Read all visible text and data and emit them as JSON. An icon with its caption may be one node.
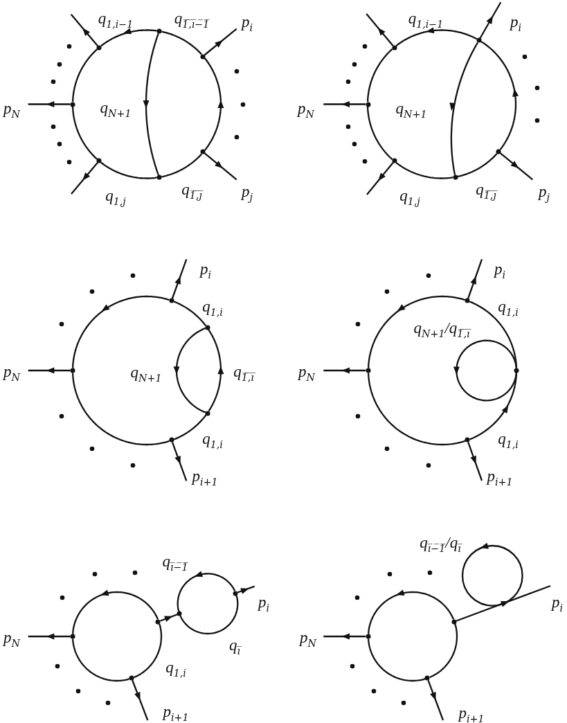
{
  "diagram": {
    "nodes": [
      {
        "text": [],
        "shape": "dot"
      },
      {
        "text": [],
        "shape": "dot"
      },
      {
        "text": [],
        "shape": "dot"
      },
      {
        "text": [],
        "shape": "dot"
      },
      {
        "text": [],
        "shape": "dot"
      },
      {
        "text": [],
        "shape": "dot"
      },
      {
        "text": [],
        "shape": "dot"
      },
      {
        "text": [],
        "shape": "dot"
      },
      {
        "text": [],
        "shape": "dot"
      },
      {
        "text": [],
        "shape": "dot"
      },
      {
        "text": [],
        "shape": "dot"
      },
      {
        "text": [],
        "shape": "dot"
      },
      {
        "text": [],
        "shape": "dot"
      },
      {
        "text": [],
        "shape": "dot"
      },
      {
        "text": [],
        "shape": "dot"
      },
      {
        "text": [],
        "shape": "dot"
      },
      {
        "text": [],
        "shape": "dot"
      },
      {
        "text": [],
        "shape": "dot"
      },
      {
        "text": [],
        "shape": "dot"
      },
      {
        "text": [],
        "shape": "dot"
      },
      {
        "text": [],
        "shape": "dot"
      },
      {
        "text": [],
        "shape": "dot"
      },
      {
        "text": [],
        "shape": "dot"
      },
      {
        "text": [],
        "shape": "dot"
      },
      {
        "text": [],
        "shape": "dot"
      },
      {
        "text": [],
        "shape": "dot"
      },
      {
        "text": [],
        "shape": "dot"
      },
      {
        "text": [],
        "shape": "circle"
      },
      {
        "text": [],
        "shape": "dot"
      },
      {
        "text": [],
        "shape": "dot"
      },
      {
        "text": [],
        "shape": "dot"
      }
    ],
    "edges": [
      {
        "from": 1,
        "to": null,
        "arrow": "to"
      },
      {
        "from": 2,
        "to": null,
        "arrow": "to",
        "label": "p$_{i}$"
      },
      {
        "from": 3,
        "to": null,
        "arrow": "to",
        "label": "p$_{N}$"
      },
      {
        "from": 5,
        "to": null,
        "arrow": "to"
      },
      {
        "from": 4,
        "to": null,
        "arrow": "to",
        "label": "p$_{j}$"
      },
      {
        "from": 0,
        "to": 1,
        "arrow": "to"
      },
      {
        "from": 1,
        "to": 3,
        "arrow": "none"
      },
      {
        "from": 3,
        "to": 5,
        "arrow": "none"
      },
      {
        "from": 5,
        "to": 6,
        "arrow": "none"
      },
      {
        "from": 6,
        "to": 4,
        "arrow": "none"
      },
      {
        "from": 4,
        "to": 2,
        "arrow": "to"
      },
      {
        "from": 2,
        "to": 0,
        "arrow": "none"
      },
      {
        "from": 0,
        "to": 6,
        "arrow": "to"
      },
      {
        "from": 8,
        "to": null,
        "arrow": "to"
      },
      {
        "from": 7,
        "to": null,
        "arrow": "to",
        "label": "p$_{i}$"
      },
      {
        "from": 9,
        "to": null,
        "arrow": "to",
        "label": "p$_{N}$"
      },
      {
        "from": 11,
        "to": null,
        "arrow": "to"
      },
      {
        "from": 10,
        "to": null,
        "arrow": "to",
        "label": "p$_{j}$"
      },
      {
        "from": 7,
        "to": 8,
        "arrow": "to"
      },
      {
        "from": 8,
        "to": 9,
        "arrow": "none"
      },
      {
        "from": 9,
        "to": 11,
        "arrow": "none"
      },
      {
        "from": 11,
        "to": 12,
        "arrow": "none"
      },
      {
        "from": 12,
        "to": 10,
        "arrow": "none"
      },
      {
        "from": 10,
        "to": 7,
        "arrow": "to"
      },
      {
        "from": 7,
        "to": 12,
        "arrow": "to"
      },
      {
        "from": 13,
        "to": null,
        "arrow": "to",
        "label": "p$_{i}$"
      },
      {
        "from": 15,
        "to": null,
        "arrow": "to",
        "label": "p$_{N}$"
      },
      {
        "from": 17,
        "to": null,
        "arrow": "to",
        "label": "p$_{i+1}$"
      },
      {
        "from": 13,
        "to": 15,
        "arrow": "to"
      },
      {
        "from": 15,
        "to": 17,
        "arrow": "none"
      },
      {
        "from": 17,
        "to": 16,
        "arrow": "none"
      },
      {
        "from": 16,
        "to": 14,
        "arrow": "to"
      },
      {
        "from": 14,
        "to": 13,
        "arrow": "none"
      },
      {
        "from": 14,
        "to": 16,
        "arrow": "to"
      },
      {
        "from": 18,
        "to": null,
        "arrow": "to",
        "label": "p$_{i}$"
      },
      {
        "from": 19,
        "to": null,
        "arrow": "to",
        "label": "p$_{N}$"
      },
      {
        "from": 21,
        "to": null,
        "arrow": "to",
        "label": "p$_{i+1}$"
      },
      {
        "from": 18,
        "to": 19,
        "arrow": "to"
      },
      {
        "from": 19,
        "to": 21,
        "arrow": "none"
      },
      {
        "from": 21,
        "to": 20,
        "arrow": "to"
      },
      {
        "from": 20,
        "to": 18,
        "arrow": "none"
      },
      {
        "from": 20,
        "to": 20,
        "arrow": "to"
      },
      {
        "from": 22,
        "to": null,
        "arrow": "to",
        "label": "p$_{i}$"
      },
      {
        "from": 25,
        "to": null,
        "arrow": "to",
        "label": "p$_{N}$"
      },
      {
        "from": 26,
        "to": null,
        "arrow": "to",
        "label": "p$_{i+1}$"
      },
      {
        "from": 24,
        "to": 25,
        "arrow": "to"
      },
      {
        "from": 25,
        "to": 26,
        "arrow": "none"
      },
      {
        "from": 26,
        "to": 24,
        "arrow": "none"
      },
      {
        "from": 24,
        "to": 23,
        "arrow": "to"
      },
      {
        "from": 22,
        "to": 23,
        "arrow": "to"
      },
      {
        "from": 23,
        "to": 22,
        "arrow": "none"
      },
      {
        "from": 28,
        "to": null,
        "arrow": "to",
        "label": "p$_{i}$"
      },
      {
        "from": 29,
        "to": null,
        "arrow": "to",
        "label": "p$_{N}$"
      },
      {
        "from": 30,
        "to": null,
        "arrow": "to",
        "label": "p$_{i+1}$"
      },
      {
        "from": 28,
        "to": 29,
        "arrow": "to"
      },
      {
        "from": 29,
        "to": 30,
        "arrow": "none"
      },
      {
        "from": 30,
        "to": 28,
        "arrow": "none"
      }
    ],
    "labels": [
      "q$_{1,i−1}$",
      "q$_{1̅,̅i̅−̅1̅}$",
      "q$_{N+1}$",
      "q$_{1,j}$",
      "q$_{1̅,̅j̅}$",
      "q$_{1,i−1}$",
      "q$_{N+1}$",
      "q$_{1,j}$",
      "q$_{1̅,̅j̅}$",
      "q$_{1,i}$",
      "q$_{N+1}$",
      "q$_{1̅,̅i̅}$",
      "q$_{1,i}$",
      "q$_{1,i}$",
      "q$_{N+1}$/q$_{1̅,̅i̅}$",
      "q$_{1,i}$",
      "q$_{i̅−̅1̅}$",
      "q$_{i̅}$",
      "q$_{1,i}$",
      "q$_{i̅−̅1̅}$/q$_{i̅}$"
    ]
  }
}
